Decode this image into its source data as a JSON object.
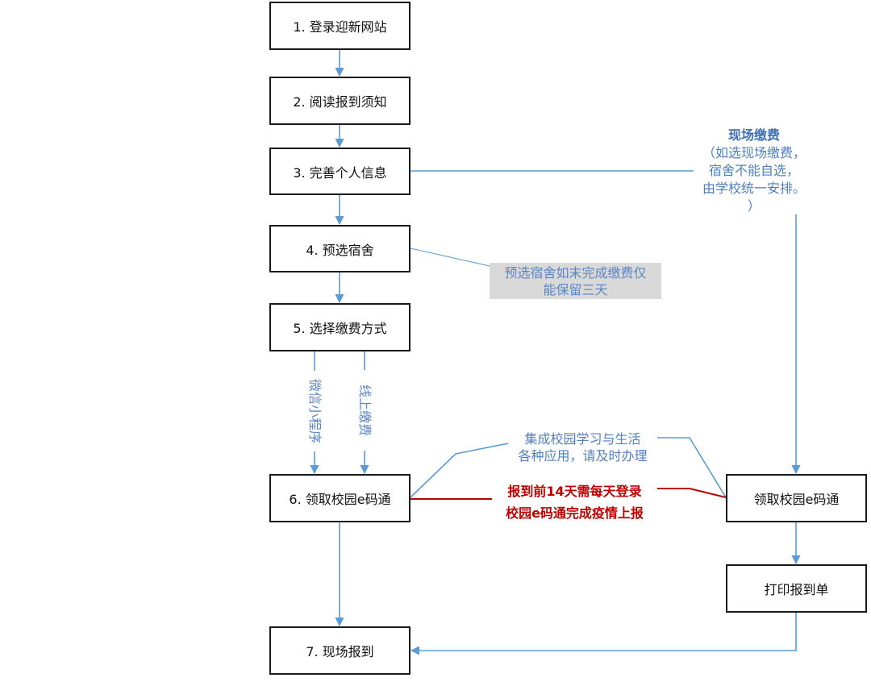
{
  "steps": [
    {
      "label": "1. 登录迎新网站"
    },
    {
      "label": "2. 阅读报到须知"
    },
    {
      "label": "3. 完善个人信息"
    },
    {
      "label": "4. 预选宿舍"
    },
    {
      "label": "5. 选择缴费方式"
    },
    {
      "label": "6. 领取校园e码通"
    },
    {
      "label": "7. 现场报到"
    }
  ],
  "right_column": {
    "ecode_box": "领取校园e码通",
    "print_box": "打印报到单"
  },
  "payment_methods": {
    "wechat": "微信小程序",
    "online": "线上缴费"
  },
  "onsite_payment": {
    "title": "现场缴费",
    "lines": [
      "（如选现场缴费，",
      "宿舍不能自选，",
      "由学校统一安排。",
      "）"
    ]
  },
  "dorm_note": {
    "lines": [
      "预选宿舍如末完成缴费仅",
      "能保留三天"
    ]
  },
  "ecode_note": {
    "lines": [
      "集成校园学习与生活",
      "各种应用，请及时办理"
    ]
  },
  "epidemic_note": {
    "lines": [
      "报到前14天需每天登录",
      "校园e码通完成疫情上报"
    ]
  },
  "colors": {
    "connector": "#5b9bd5",
    "annotation_text": "#4f7fc0",
    "alert": "#c00000",
    "note_fill": "#d9d9d9",
    "box_border": "#1a1a1a"
  }
}
